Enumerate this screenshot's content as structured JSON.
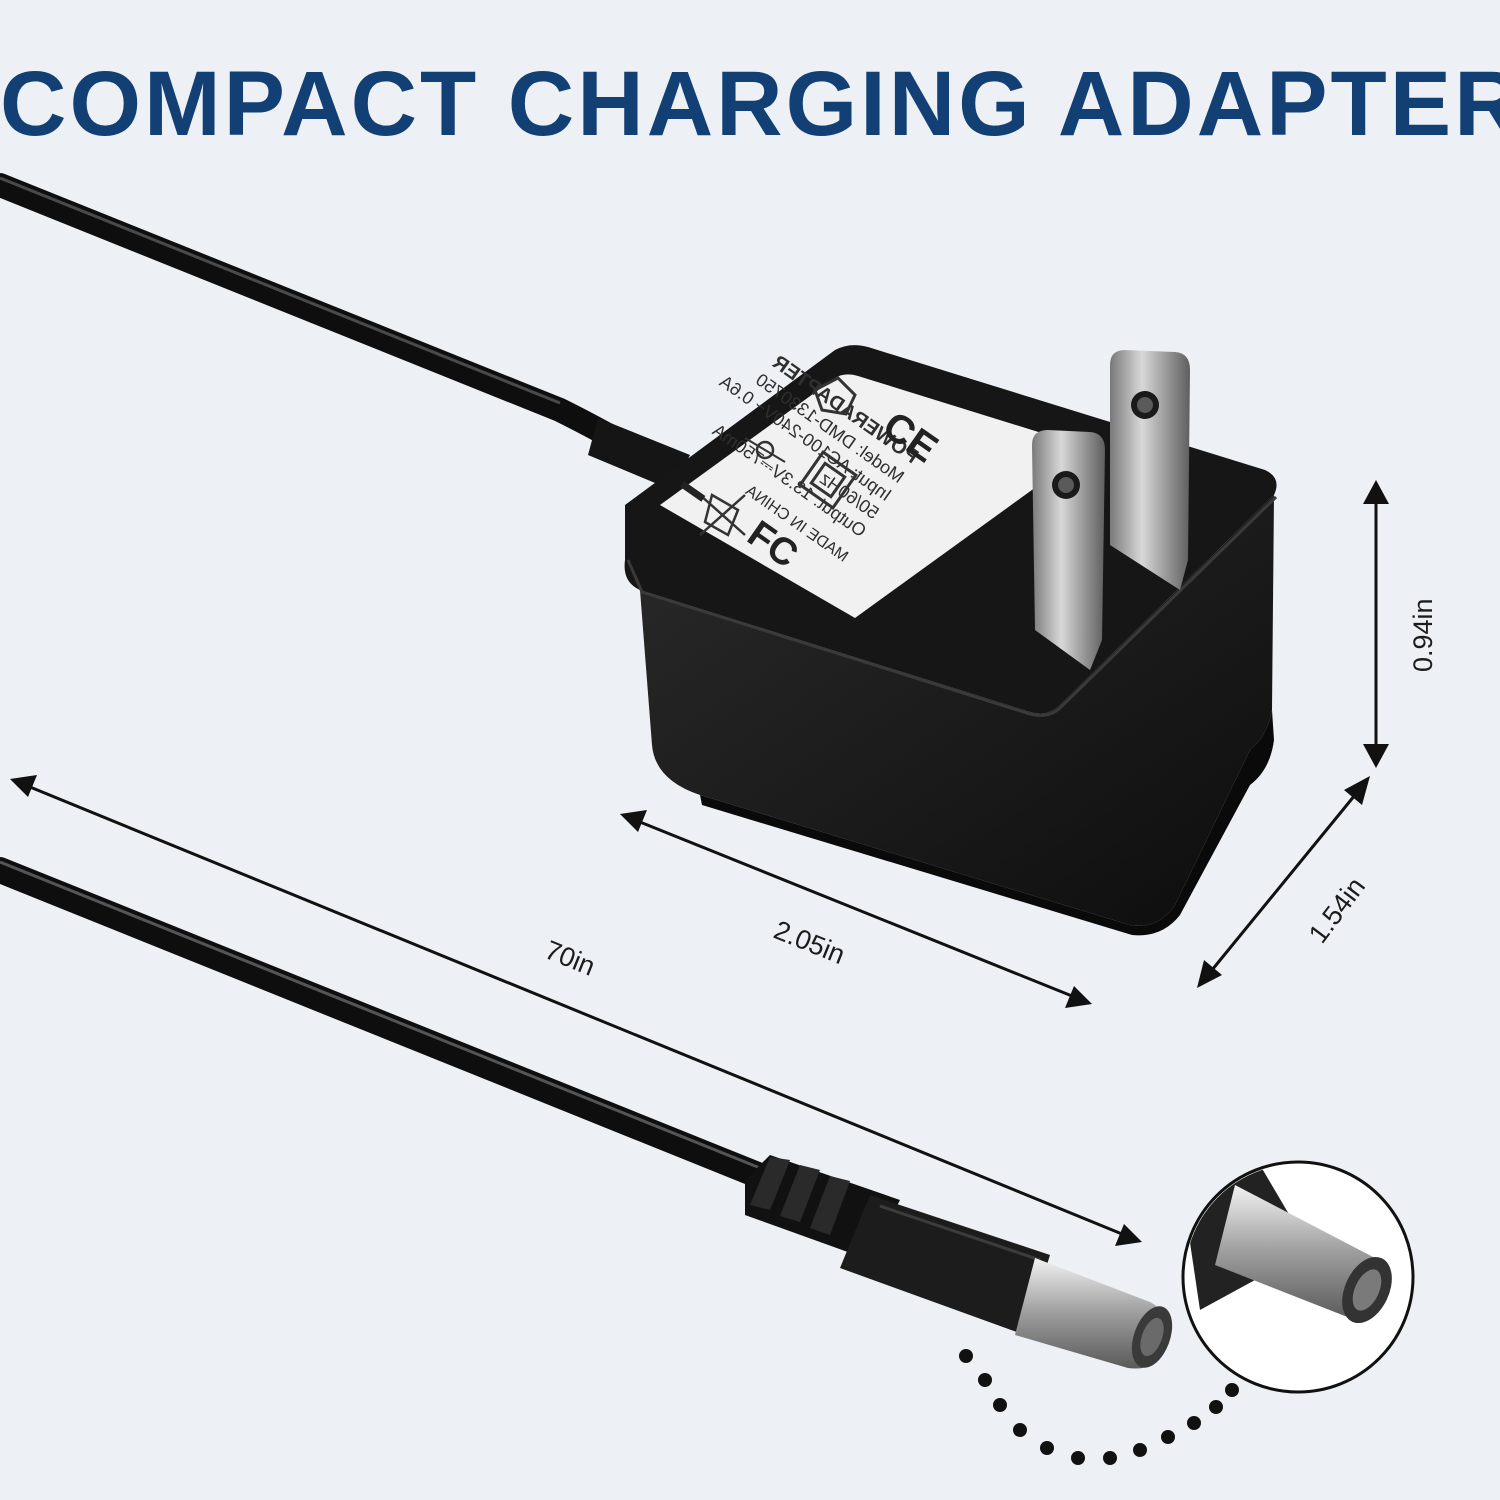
{
  "title": "COMPACT CHARGING ADAPTER",
  "label": {
    "brand": "POWERADAPTER",
    "model": "Model: DMD-1330750",
    "input": "Input: AC100-240V~ 0.6A",
    "freq": "50/60Hz",
    "output": "Output: 13.3V⎓750mA",
    "origin": "MADE IN CHINA",
    "cert_ce": "CE",
    "cert_fc": "FC"
  },
  "dimensions": {
    "height": "0.94in",
    "depth": "1.54in",
    "width": "2.05in",
    "cable": "70in"
  },
  "colors": {
    "background": "#edf0f4",
    "title": "#123f74",
    "adapter": "#141414",
    "label": "#f1f1f1"
  },
  "icons": [
    "house-icon",
    "double-insulation-icon",
    "polarity-icon",
    "weee-bin-icon"
  ]
}
